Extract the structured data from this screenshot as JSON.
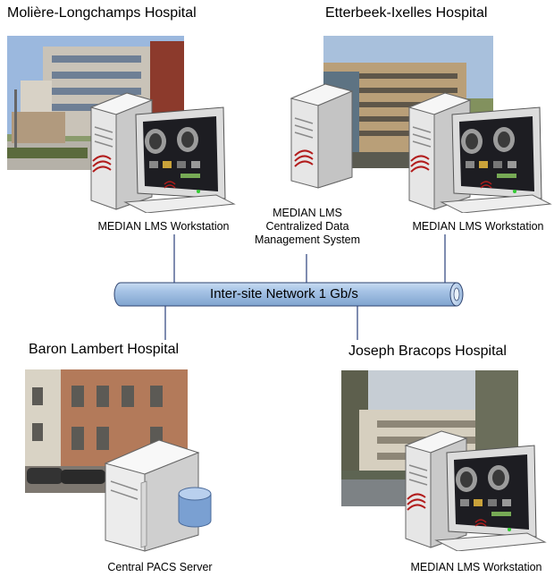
{
  "sites": {
    "moliere": {
      "title": "Molière-Longchamps Hospital",
      "caption": "MEDIAN LMS Workstation"
    },
    "etterbeek": {
      "title": "Etterbeek-Ixelles Hospital",
      "caption": "MEDIAN LMS Workstation"
    },
    "baron": {
      "title": "Baron Lambert Hospital",
      "caption": "Central PACS Server"
    },
    "joseph": {
      "title": "Joseph Bracops Hospital",
      "caption": "MEDIAN LMS Workstation"
    }
  },
  "central_system": {
    "caption_lines": [
      "MEDIAN LMS",
      "Centralized Data",
      "Management System"
    ]
  },
  "network": {
    "label": "Inter-site Network 1 Gb/s"
  }
}
